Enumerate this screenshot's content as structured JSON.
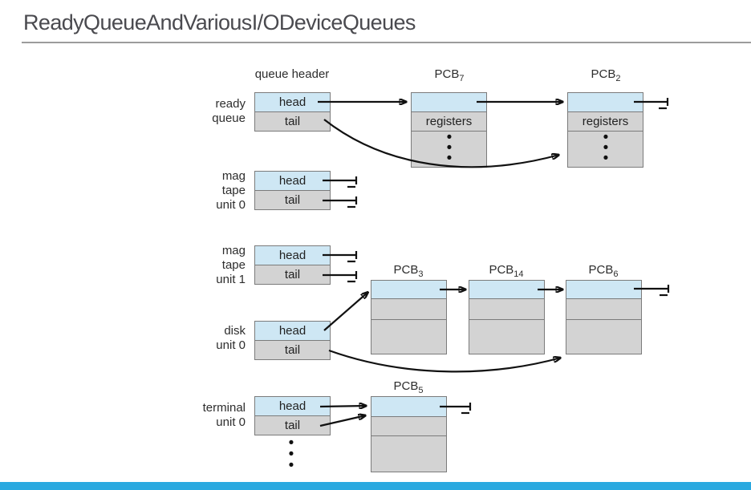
{
  "slide": {
    "title": "ReadyQueueAndVariousI/ODeviceQueues"
  },
  "diagram": {
    "queue_header_label": "queue header",
    "registers_label": "registers",
    "dot": "•",
    "queues": [
      {
        "name": "ready queue",
        "label_lines": [
          "ready",
          "queue"
        ],
        "head": "head",
        "tail": "tail"
      },
      {
        "name": "mag tape unit 0",
        "label_lines": [
          "mag",
          "tape",
          "unit 0"
        ],
        "head": "head",
        "tail": "tail"
      },
      {
        "name": "mag tape unit 1",
        "label_lines": [
          "mag",
          "tape",
          "unit 1"
        ],
        "head": "head",
        "tail": "tail"
      },
      {
        "name": "disk unit 0",
        "label_lines": [
          "disk",
          "unit 0"
        ],
        "head": "head",
        "tail": "tail"
      },
      {
        "name": "terminal unit 0",
        "label_lines": [
          "terminal",
          "unit 0"
        ],
        "head": "head",
        "tail": "tail"
      }
    ],
    "pcbs": [
      {
        "base": "PCB",
        "sub": "7"
      },
      {
        "base": "PCB",
        "sub": "2"
      },
      {
        "base": "PCB",
        "sub": "3"
      },
      {
        "base": "PCB",
        "sub": "14"
      },
      {
        "base": "PCB",
        "sub": "6"
      },
      {
        "base": "PCB",
        "sub": "5"
      }
    ]
  },
  "colors": {
    "cell_blue": "#cee7f4",
    "cell_gray": "#d3d3d3",
    "line_black": "#111111",
    "accent_bar": "#2aa9e0",
    "divider_gray": "#9c9c9c"
  }
}
